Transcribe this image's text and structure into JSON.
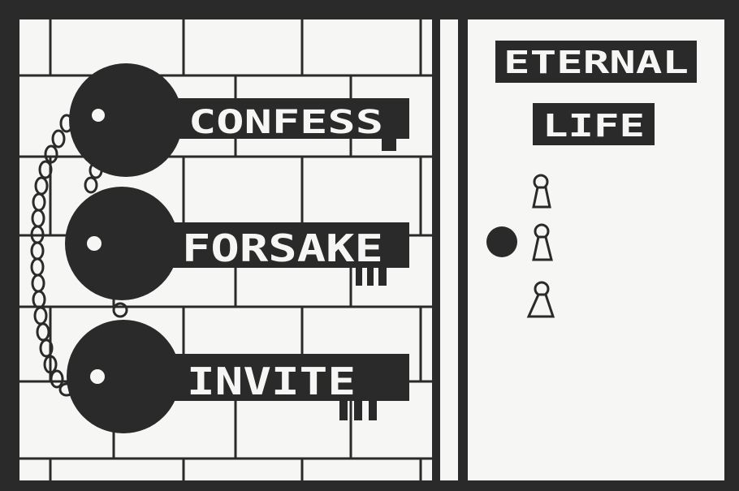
{
  "keys": [
    {
      "label": "CONFESS"
    },
    {
      "label": "FORSAKE"
    },
    {
      "label": "INVITE"
    }
  ],
  "door": {
    "title_line1": "ETERNAL",
    "title_line2": "LIFE",
    "keyholes": [
      {
        "icon": "keyhole-icon"
      },
      {
        "icon": "keyhole-icon"
      },
      {
        "icon": "keyhole-icon"
      }
    ],
    "knob": {
      "icon": "door-knob-icon"
    }
  },
  "colors": {
    "ink": "#2a2a2a",
    "paper": "#f6f6f4",
    "grey": "#8a8a8a"
  }
}
